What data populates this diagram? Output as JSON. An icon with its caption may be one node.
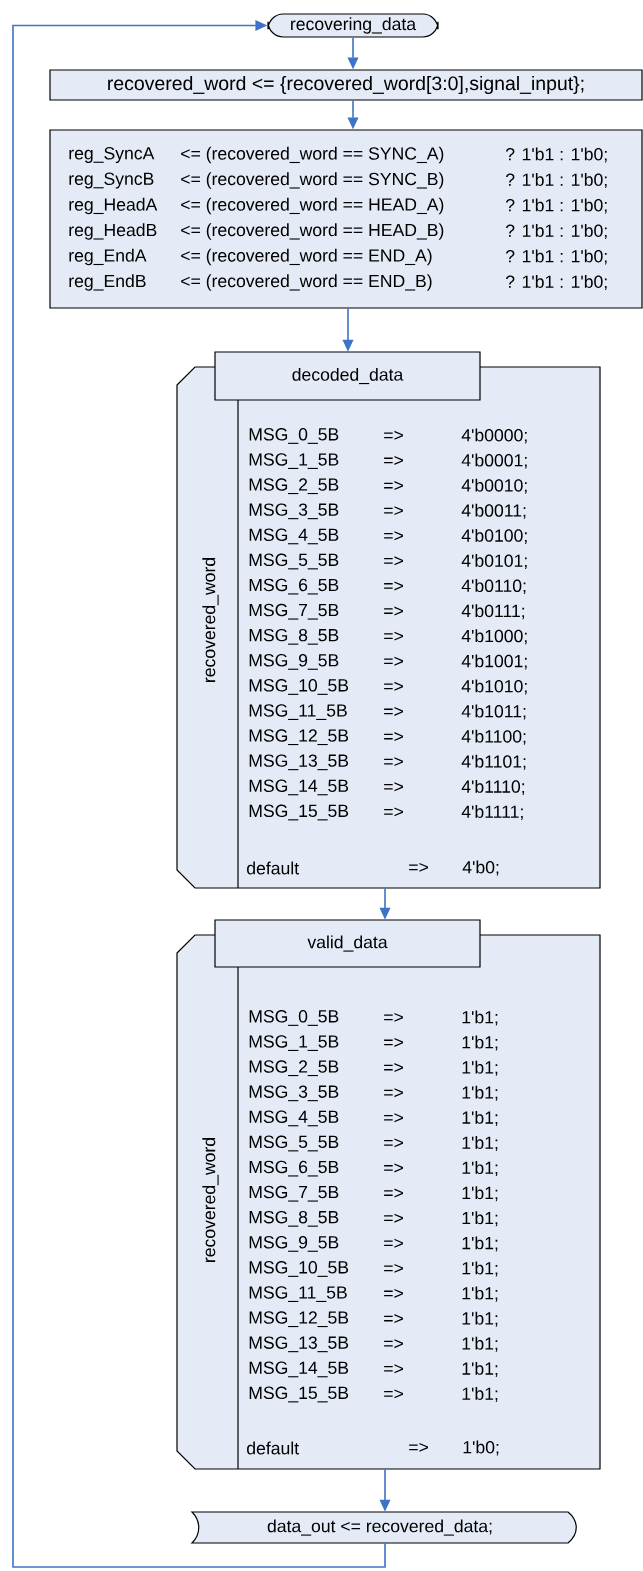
{
  "diagram": {
    "nodes": [
      {
        "text": [
          "recovering_data"
        ]
      },
      {
        "text": [
          "recovered_word <= {recovered_word[3:0],signal_input};"
        ]
      },
      {
        "text": [
          "reg_SyncA",
          "<= (recovered_word == SYNC_A)",
          "? 1'b1 : 1'b0;",
          "reg_SyncB",
          "<= (recovered_word == SYNC_B)",
          "? 1'b1 : 1'b0;",
          "reg_HeadA",
          "<= (recovered_word == HEAD_A)",
          "? 1'b1 : 1'b0;",
          "reg_HeadB",
          "<= (recovered_word == HEAD_B)",
          "? 1'b1 : 1'b0;",
          "reg_EndA",
          "<= (recovered_word == END_A)",
          "? 1'b1 : 1'b0;",
          "reg_EndB",
          "<= (recovered_word == END_B)",
          "? 1'b1 : 1'b0;"
        ]
      },
      {
        "text": [
          "decoded_data",
          "recovered_word",
          "MSG_0_5B",
          "=>",
          "4'b0000;",
          "MSG_1_5B",
          "=>",
          "4'b0001;",
          "MSG_2_5B",
          "=>",
          "4'b0010;",
          "MSG_3_5B",
          "=>",
          "4'b0011;",
          "MSG_4_5B",
          "=>",
          "4'b0100;",
          "MSG_5_5B",
          "=>",
          "4'b0101;",
          "MSG_6_5B",
          "=>",
          "4'b0110;",
          "MSG_7_5B",
          "=>",
          "4'b0111;",
          "MSG_8_5B",
          "=>",
          "4'b1000;",
          "MSG_9_5B",
          "=>",
          "4'b1001;",
          "MSG_10_5B",
          "=>",
          "4'b1010;",
          "MSG_11_5B",
          "=>",
          "4'b1011;",
          "MSG_12_5B",
          "=>",
          "4'b1100;",
          "MSG_13_5B",
          "=>",
          "4'b1101;",
          "MSG_14_5B",
          "=>",
          "4'b1110;",
          "MSG_15_5B",
          "=>",
          "4'b1111;",
          "default",
          "=>",
          "4'b0;"
        ]
      },
      {
        "text": [
          "valid_data",
          "recovered_word",
          "MSG_0_5B",
          "=>",
          "1'b1;",
          "MSG_1_5B",
          "=>",
          "1'b1;",
          "MSG_2_5B",
          "=>",
          "1'b1;",
          "MSG_3_5B",
          "=>",
          "1'b1;",
          "MSG_4_5B",
          "=>",
          "1'b1;",
          "MSG_5_5B",
          "=>",
          "1'b1;",
          "MSG_6_5B",
          "=>",
          "1'b1;",
          "MSG_7_5B",
          "=>",
          "1'b1;",
          "MSG_8_5B",
          "=>",
          "1'b1;",
          "MSG_9_5B",
          "=>",
          "1'b1;",
          "MSG_10_5B",
          "=>",
          "1'b1;",
          "MSG_11_5B",
          "=>",
          "1'b1;",
          "MSG_12_5B",
          "=>",
          "1'b1;",
          "MSG_13_5B",
          "=>",
          "1'b1;",
          "MSG_14_5B",
          "=>",
          "1'b1;",
          "MSG_15_5B",
          "=>",
          "1'b1;",
          "default",
          "=>",
          "1'b0;"
        ]
      },
      {
        "text": [
          "data_out <= recovered_data;"
        ]
      }
    ],
    "edges": [
      {
        "from": 0,
        "to": 1,
        "arrow": "to"
      },
      {
        "from": 1,
        "to": 2,
        "arrow": "to"
      },
      {
        "from": 2,
        "to": 3,
        "arrow": "to"
      },
      {
        "from": 3,
        "to": 4,
        "arrow": "to"
      },
      {
        "from": 4,
        "to": 5,
        "arrow": "to"
      },
      {
        "from": 5,
        "to": 0,
        "arrow": "to"
      }
    ]
  }
}
